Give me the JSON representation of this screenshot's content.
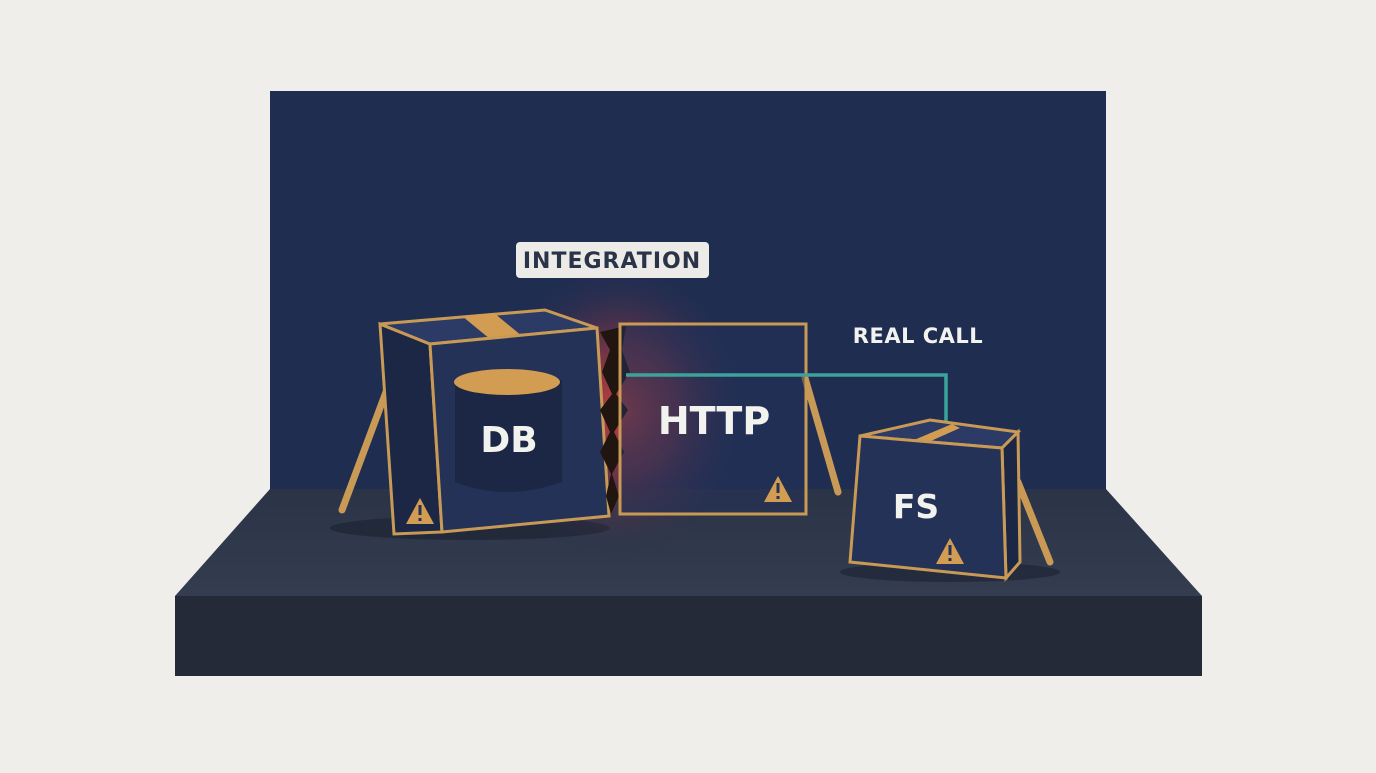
{
  "labels": {
    "integration": "INTEGRATION",
    "real_call": "REAL CALL"
  },
  "boxes": {
    "db": {
      "label": "DB"
    },
    "http": {
      "label": "HTTP"
    },
    "fs": {
      "label": "FS"
    }
  },
  "icons": {
    "warning": "warning-icon",
    "crack": "crack"
  },
  "colors": {
    "background": "#f0eeeb",
    "backdrop": "#1f2d51",
    "platform_top": "#2e3649",
    "platform_front": "#242a37",
    "box_face": "#243258",
    "box_outline": "#c99a55",
    "tape": "#d29c52",
    "cylinder": "#1c2745",
    "connector": "#3ba39a",
    "glow": "#e0463c",
    "text_light": "#f2f2ee",
    "label_bg": "#ecebe8",
    "label_text": "#2a3348"
  }
}
